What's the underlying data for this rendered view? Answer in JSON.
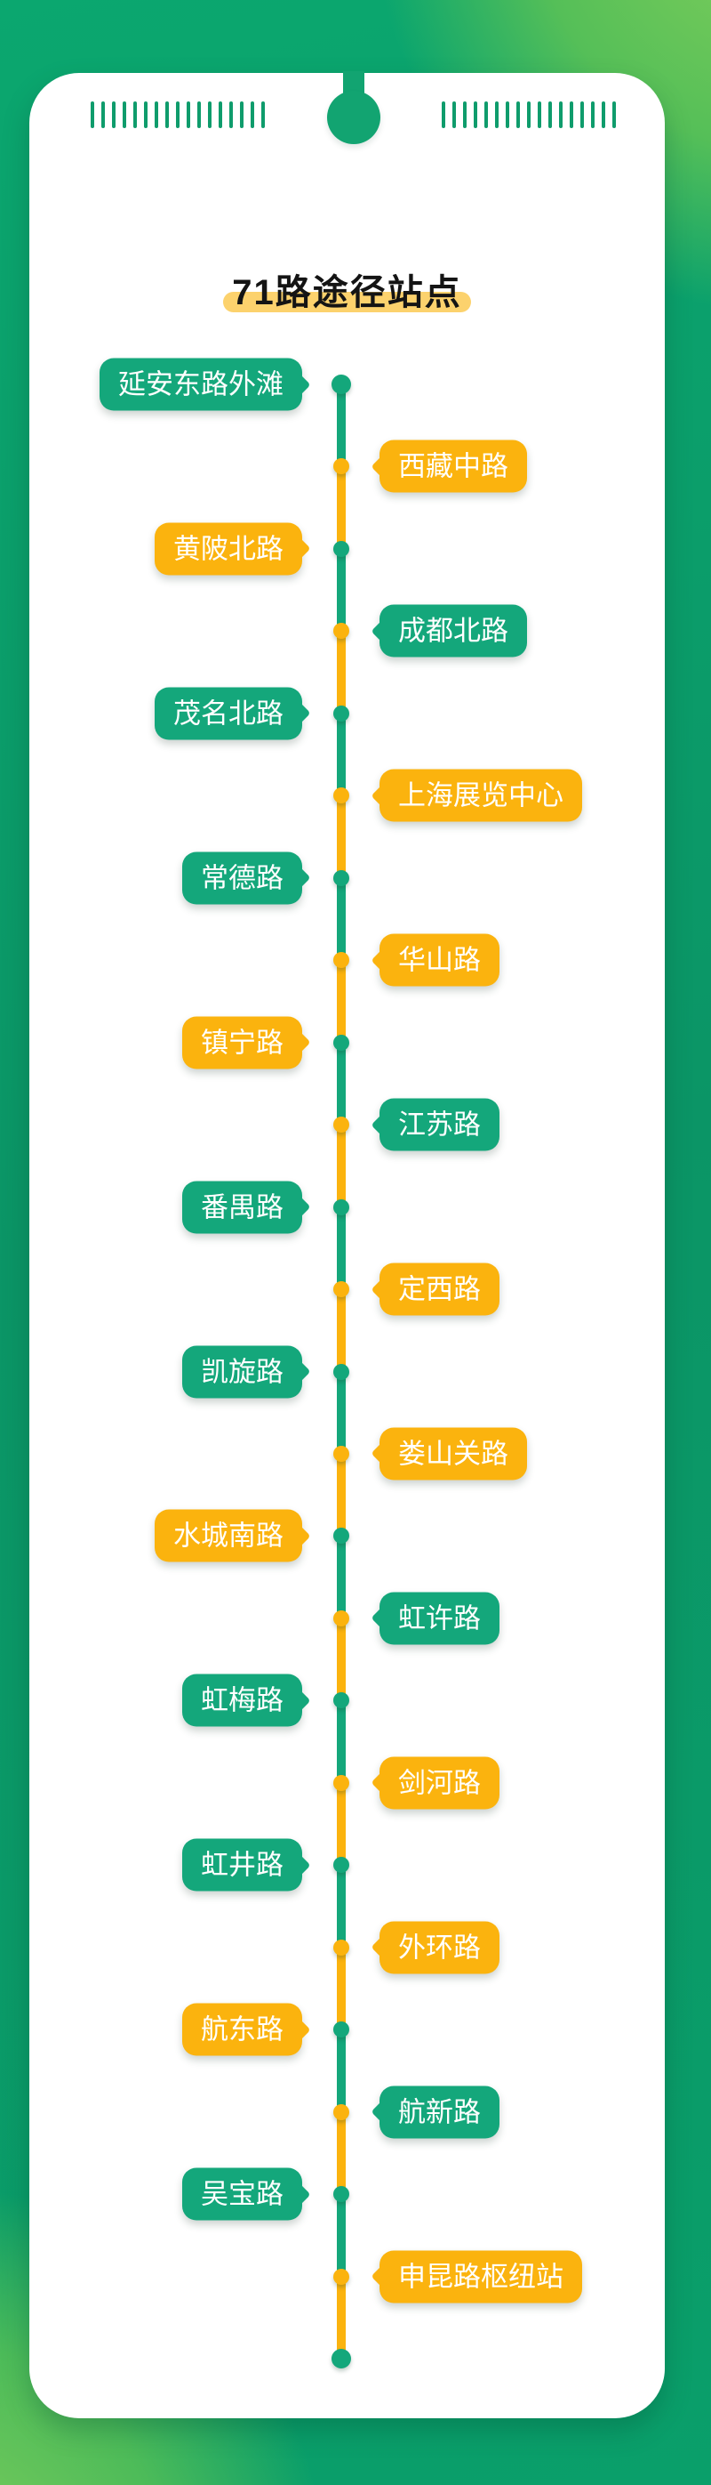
{
  "page": {
    "title": "71路途径站点"
  },
  "theme": {
    "background_green_dark": "#0b9566",
    "background_green_light": "#86d05b",
    "hanger_green": "#12a471",
    "card_color": "#ffffff",
    "perforation_color": "#0f9c6c",
    "station_green": "#14a77b",
    "station_yellow": "#fbb30e",
    "bubble_text_color": "#ffffff",
    "title_text_color": "#141414",
    "title_highlight_color": "#fcd26d"
  },
  "route": {
    "stations": [
      {
        "name": "延安东路外滩",
        "side": "left",
        "color": "green"
      },
      {
        "name": "西藏中路",
        "side": "right",
        "color": "yellow"
      },
      {
        "name": "黄陂北路",
        "side": "left",
        "color": "yellow"
      },
      {
        "name": "成都北路",
        "side": "right",
        "color": "green"
      },
      {
        "name": "茂名北路",
        "side": "left",
        "color": "green"
      },
      {
        "name": "上海展览中心",
        "side": "right",
        "color": "yellow"
      },
      {
        "name": "常德路",
        "side": "left",
        "color": "green"
      },
      {
        "name": "华山路",
        "side": "right",
        "color": "yellow"
      },
      {
        "name": "镇宁路",
        "side": "left",
        "color": "yellow"
      },
      {
        "name": "江苏路",
        "side": "right",
        "color": "green"
      },
      {
        "name": "番禺路",
        "side": "left",
        "color": "green"
      },
      {
        "name": "定西路",
        "side": "right",
        "color": "yellow"
      },
      {
        "name": "凯旋路",
        "side": "left",
        "color": "green"
      },
      {
        "name": "娄山关路",
        "side": "right",
        "color": "yellow"
      },
      {
        "name": "水城南路",
        "side": "left",
        "color": "yellow"
      },
      {
        "name": "虹许路",
        "side": "right",
        "color": "green"
      },
      {
        "name": "虹梅路",
        "side": "left",
        "color": "green"
      },
      {
        "name": "剑河路",
        "side": "right",
        "color": "yellow"
      },
      {
        "name": "虹井路",
        "side": "left",
        "color": "green"
      },
      {
        "name": "外环路",
        "side": "right",
        "color": "yellow"
      },
      {
        "name": "航东路",
        "side": "left",
        "color": "yellow"
      },
      {
        "name": "航新路",
        "side": "right",
        "color": "green"
      },
      {
        "name": "吴宝路",
        "side": "left",
        "color": "green"
      },
      {
        "name": "申昆路枢纽站",
        "side": "right",
        "color": "yellow"
      }
    ]
  }
}
